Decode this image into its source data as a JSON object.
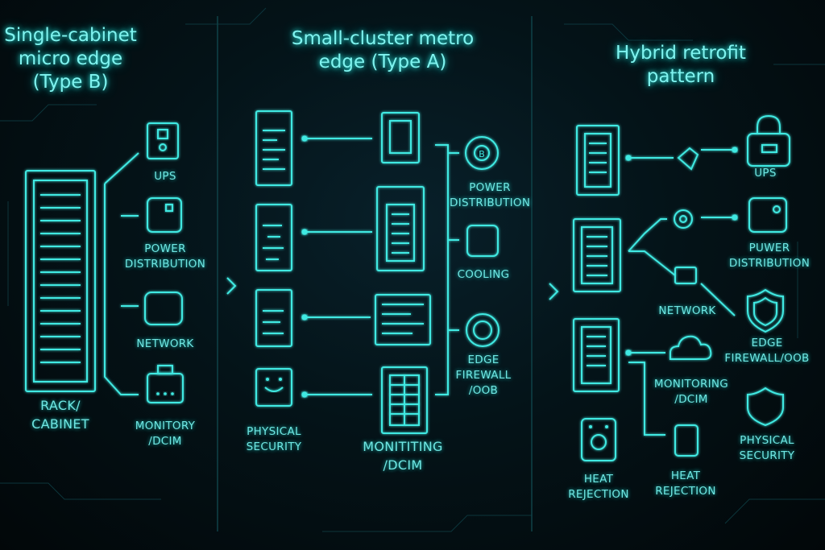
{
  "colors": {
    "accent": "#3fe9e2",
    "background": "#030b0e",
    "text": "#6fe6e2"
  },
  "panels": [
    {
      "title": "Single-cabinet\nmicro edge\n(Type B)",
      "rack_label": "RACK/\nCABINET",
      "components": [
        {
          "label": "UPS",
          "icon": "ups-icon"
        },
        {
          "label": "POWER\nDISTRIBUTION",
          "icon": "power-distribution-icon"
        },
        {
          "label": "NETWORK",
          "icon": "network-icon"
        },
        {
          "label": "MONITORY\n/DCIM",
          "icon": "monitoring-icon"
        }
      ]
    },
    {
      "title": "Small-cluster metro\nedge (Type A)",
      "left_labels": {
        "physical_security": "PHYSICAL\nSECURITY"
      },
      "bottom_label": "MONITITING\n/DCIM",
      "components": [
        {
          "label": "POWER\nDISTRIBUTION",
          "icon": "power-b-icon"
        },
        {
          "label": "COOLING",
          "icon": "cooling-icon"
        },
        {
          "label": "EDGE\nFIREWALL\n/OOB",
          "icon": "firewall-icon"
        }
      ]
    },
    {
      "title": "Hybrid retrofit\npattern",
      "mid_labels": {
        "network": "NETWORK",
        "monitoring": "MONITORING\n/DCIM",
        "heat_rejection_mid": "HEAT\nREJECTION",
        "heat_rejection_left": "HEAT\nREJECTION"
      },
      "components": [
        {
          "label": "UPS",
          "icon": "ups-lock-icon"
        },
        {
          "label": "PUWER\nDISTRIBUTION",
          "icon": "power-distribution-icon"
        },
        {
          "label": "EDGE\nFIREWALL/OOB",
          "icon": "shield-icon"
        },
        {
          "label": "PHYSICAL\nSECURITY",
          "icon": "security-shield-icon"
        }
      ]
    }
  ]
}
